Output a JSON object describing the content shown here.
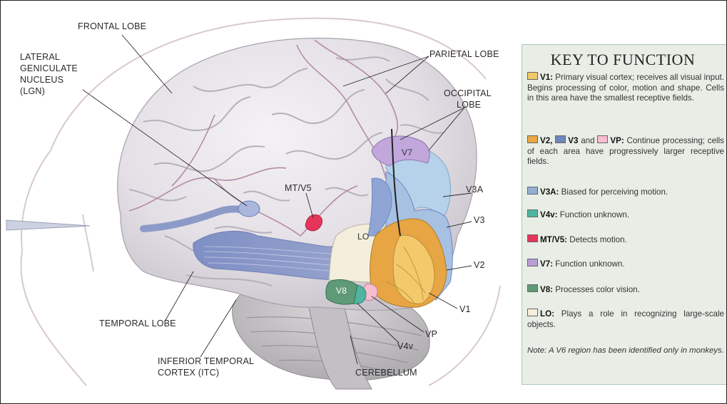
{
  "labels": {
    "frontal_lobe": "FRONTAL LOBE",
    "lgn": [
      "LATERAL",
      "GENICULATE",
      "NUCLEUS",
      "(LGN)"
    ],
    "parietal_lobe": "PARIETAL LOBE",
    "occipital_lobe": [
      "OCCIPITAL",
      "LOBE"
    ],
    "v7": "V7",
    "v3a": "V3A",
    "v3": "V3",
    "v2": "V2",
    "v1": "V1",
    "mt_v5": "MT/V5",
    "lo": "LO",
    "v8": "V8",
    "vp": "VP",
    "v4v": "V4v",
    "temporal_lobe": "TEMPORAL LOBE",
    "itc": [
      "INFERIOR TEMPORAL",
      "CORTEX (ITC)"
    ],
    "cerebellum": "CEREBELLUM"
  },
  "key": {
    "title": "KEY TO FUNCTION",
    "v1": {
      "name": "V1:",
      "text": " Primary visual cortex; receives all visual input. Begins processing of color, motion and shape. Cells in this area have the smallest receptive fields.",
      "color": "#f2c86a"
    },
    "v2group": {
      "v2": "V2,",
      "v3": "V3",
      "and": " and ",
      "vp": "VP:",
      "text": " Continue processing; cells of each area have progressively larger receptive fields.",
      "v2_color": "#e8a845",
      "v3_color": "#6f86bf",
      "vp_color": "#f7bcd0"
    },
    "v3a": {
      "name": "V3A:",
      "text": " Biased for perceiving motion.",
      "color": "#94aed4"
    },
    "v4v": {
      "name": "V4v:",
      "text": " Function unknown.",
      "color": "#4fb5a0"
    },
    "mt": {
      "name": "MT/V5:",
      "text": " Detects motion.",
      "color": "#e5365a"
    },
    "v7": {
      "name": "V7:",
      "text": " Function unknown.",
      "color": "#b8a0d6"
    },
    "v8": {
      "name": "V8:",
      "text": " Processes color vision.",
      "color": "#5f9a78"
    },
    "lo": {
      "name": "LO:",
      "text": " Plays a role in recognizing large-scale objects.",
      "color": "#f5f0dc"
    },
    "note": "Note: A V6 region has been identified only in monkeys."
  }
}
